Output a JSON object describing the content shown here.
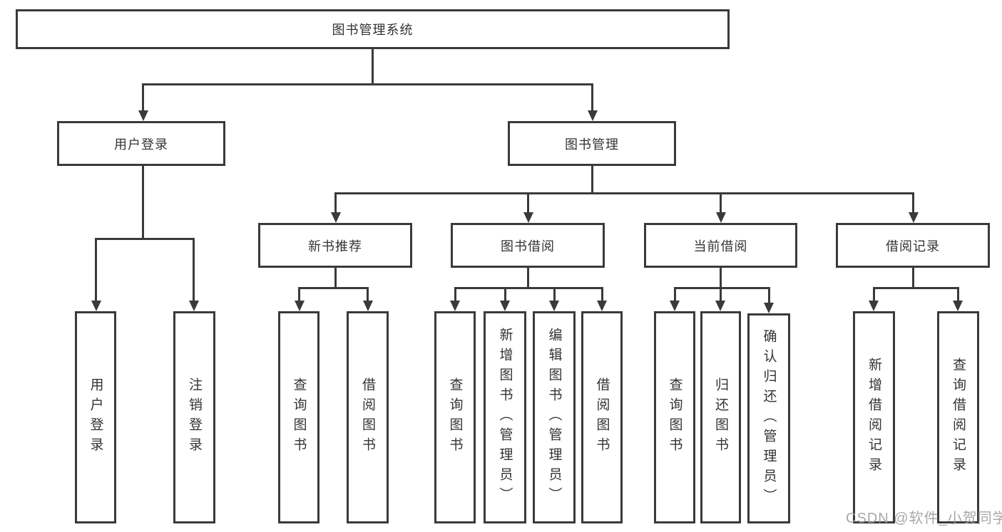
{
  "diagram": {
    "title": "图书管理系统",
    "root": {
      "label": "图书管理系统"
    },
    "user_login": {
      "label": "用户登录",
      "children": [
        "用户登录",
        "注销登录"
      ]
    },
    "book_mgmt": {
      "label": "图书管理",
      "children": [
        {
          "label": "新书推荐",
          "children": [
            "查询图书",
            "借阅图书"
          ]
        },
        {
          "label": "图书借阅",
          "children": [
            "查询图书",
            "新增图书（管理员）",
            "编辑图书（管理员）",
            "借阅图书"
          ]
        },
        {
          "label": "当前借阅",
          "children": [
            "查询图书",
            "归还图书",
            "确认归还（管理员）"
          ]
        },
        {
          "label": "借阅记录",
          "children": [
            "新增借阅记录",
            "查询借阅记录"
          ]
        }
      ]
    },
    "watermark": "CSDN @软件_小贺同学",
    "colors": {
      "line": "#3a3a3a",
      "text": "#333333",
      "watermark": "#9e9e9e",
      "background": "#ffffff"
    }
  }
}
